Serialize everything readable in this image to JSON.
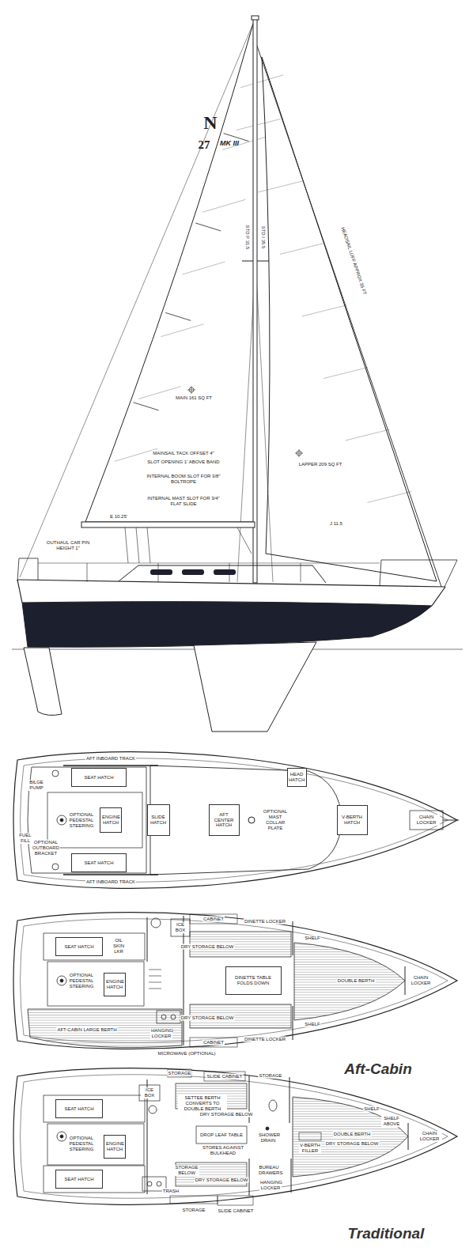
{
  "diagram": {
    "nodes": [
      {
        "text": [
          "SEAT HATCH"
        ]
      },
      {
        "text": [
          "ENGINE HATCH"
        ]
      },
      {
        "text": [
          "SLIDE HATCH"
        ]
      },
      {
        "text": [
          "AFT CENTER HATCH"
        ]
      },
      {
        "text": [
          "HEAD HATCH"
        ]
      },
      {
        "text": [
          "V-BERTH HATCH"
        ]
      },
      {
        "text": [
          "SEAT HATCH"
        ]
      },
      {
        "text": [
          "SEAT HATCH"
        ]
      },
      {
        "text": [
          "ENGINE HATCH"
        ]
      },
      {
        "text": [
          "DINETTE TABLE FOLDS DOWN"
        ]
      },
      {
        "text": [
          "SEAT HATCH"
        ]
      },
      {
        "text": [
          "ENGINE HATCH"
        ]
      },
      {
        "text": [
          "SEAT HATCH"
        ]
      }
    ],
    "labels": [
      "N",
      "27",
      "MK III",
      "STD P 31.5",
      "STD I 35.5",
      "HEADSAIL LUFF APPROX 35 FT",
      "MAIN 161 SQ FT",
      "MAINSAIL TACK OFFSET 4\"",
      "SLOT OPENING 1' ABOVE BAND",
      "INTERNAL BOOM SLOT FOR 3/8\" BOLTROPE",
      "INTERNAL MAST SLOT FOR 3/4\" FLAT SLIDE",
      "LAPPER 209 SQ FT",
      "E 10.25'",
      "J 11.5",
      "OUTHAUL CAR PIN HEIGHT 1\"",
      "AFT INBOARD TRACK",
      "BILGE PUMP",
      "OPTIONAL PEDESTAL STEERING",
      "FUEL FILL",
      "OPTIONAL OUTBOARD BRACKET",
      "OPTIONAL MAST COLLAR PLATE",
      "CHAIN LOCKER",
      "AFT INBOARD TRACK",
      "OIL SKIN LKR",
      "ICE BOX",
      "CABINET",
      "DINETTE LOCKER",
      "SHELF",
      "DRY STORAGE BELOW",
      "DOUBLE BERTH",
      "CHAIN LOCKER",
      "OPTIONAL PEDESTAL STEERING",
      "AFT-CABIN LARGE BERTH",
      "DRY STORAGE BELOW",
      "HANGING LOCKER",
      "MICROWAVE (OPTIONAL)",
      "CABINET",
      "DINETTE LOCKER",
      "SHELF",
      "Aft-Cabin",
      "STORAGE",
      "SLIDE CABINET",
      "STORAGE",
      "ICE BOX",
      "SETTEE BERTH CONVERTS TO DOUBLE BERTH",
      "DRY STORAGE BELOW",
      "SHELF",
      "SHELF ABOVE",
      "DROP LEAF TABLE",
      "STORES AGAINST BULKHEAD",
      "SHOWER DRAIN",
      "V-BERTH FILLER",
      "DOUBLE BERTH",
      "DRY STORAGE BELOW",
      "CHAIN LOCKER",
      "OPTIONAL PEDESTAL STEERING",
      "STORAGE BELOW",
      "DRY STORAGE BELOW",
      "BUREAU DRAWERS",
      "HANGING LOCKER",
      "TRASH",
      "STORAGE",
      "SLIDE CABINET",
      "Traditional"
    ]
  }
}
